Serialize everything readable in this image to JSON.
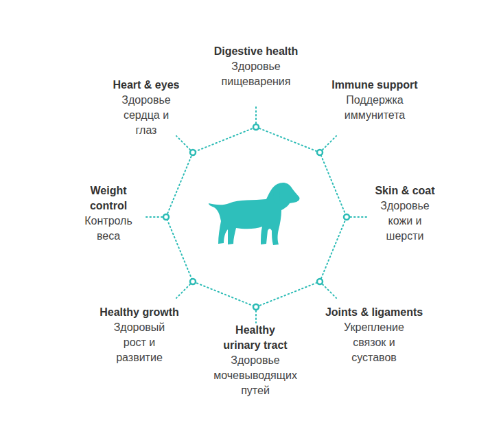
{
  "diagram": {
    "labels": [
      "Digestive health",
      "Здоровье пищеварения",
      "Heart & eyes",
      "Здоровье сердца и глаз",
      "Immune support",
      "Поддержка иммунитета",
      "Weight control",
      "Контроль веса",
      "Skin & coat",
      "Здоровье кожи и шерсти",
      "Healthy growth",
      "Здоровый рост и развитие",
      "Joints & ligaments",
      "Укрепление связок и суставов",
      "Healthy urinary tract",
      "Здоровье мочевыводящих путей"
    ]
  }
}
